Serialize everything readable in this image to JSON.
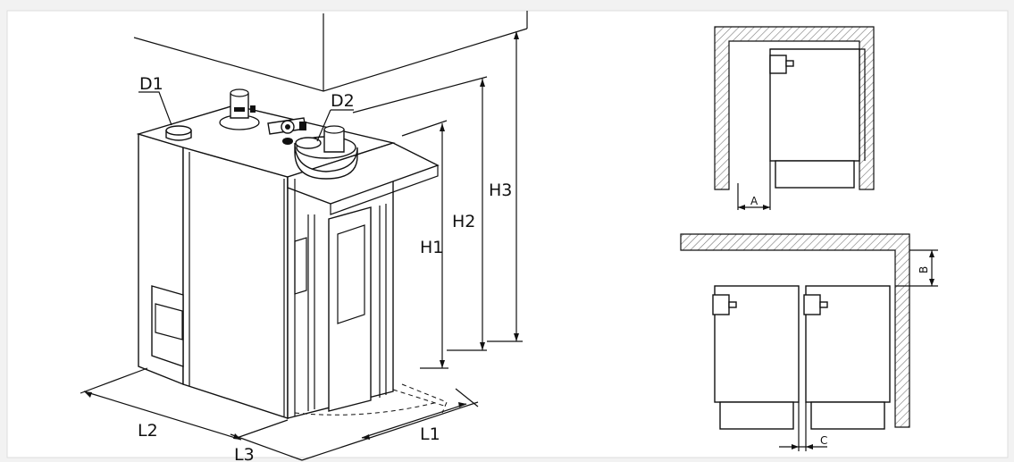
{
  "iso_view": {
    "labels": {
      "d1": "D1",
      "d2": "D2",
      "h1": "H1",
      "h2": "H2",
      "h3": "H3",
      "l1": "L1",
      "l2": "L2",
      "l3": "L3"
    }
  },
  "clearance_views": {
    "labels": {
      "a": "A",
      "b": "B",
      "c": "C"
    }
  },
  "colors": {
    "background": "#f2f2f2",
    "panel": "#ffffff",
    "line": "#111111",
    "hatch": "#777777"
  }
}
